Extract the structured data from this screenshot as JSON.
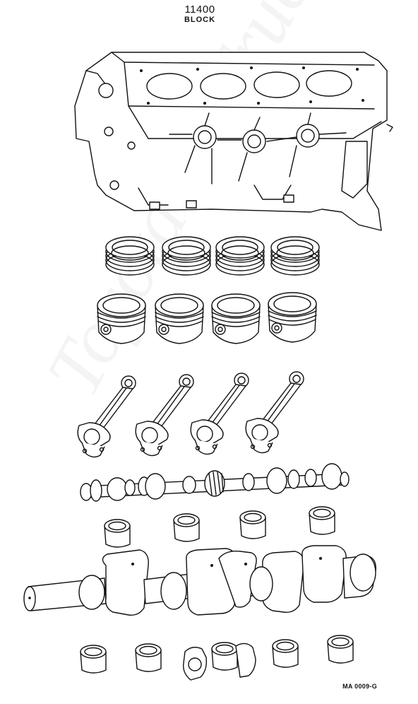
{
  "header": {
    "part_number": "11400",
    "part_name": "BLOCK"
  },
  "figure_code": "MA 0009-G",
  "watermark": "ToyotaCarTruck",
  "components": [
    {
      "name": "cylinder-block",
      "count": 1
    },
    {
      "name": "piston-ring-set",
      "count": 4
    },
    {
      "name": "piston",
      "count": 4
    },
    {
      "name": "connecting-rod",
      "count": 4
    },
    {
      "name": "camshaft",
      "count": 1
    },
    {
      "name": "camshaft-bearing",
      "count": 4
    },
    {
      "name": "crankshaft",
      "count": 1
    },
    {
      "name": "crankshaft-bearing",
      "count": 5
    },
    {
      "name": "thrust-washer",
      "count": 2
    }
  ]
}
